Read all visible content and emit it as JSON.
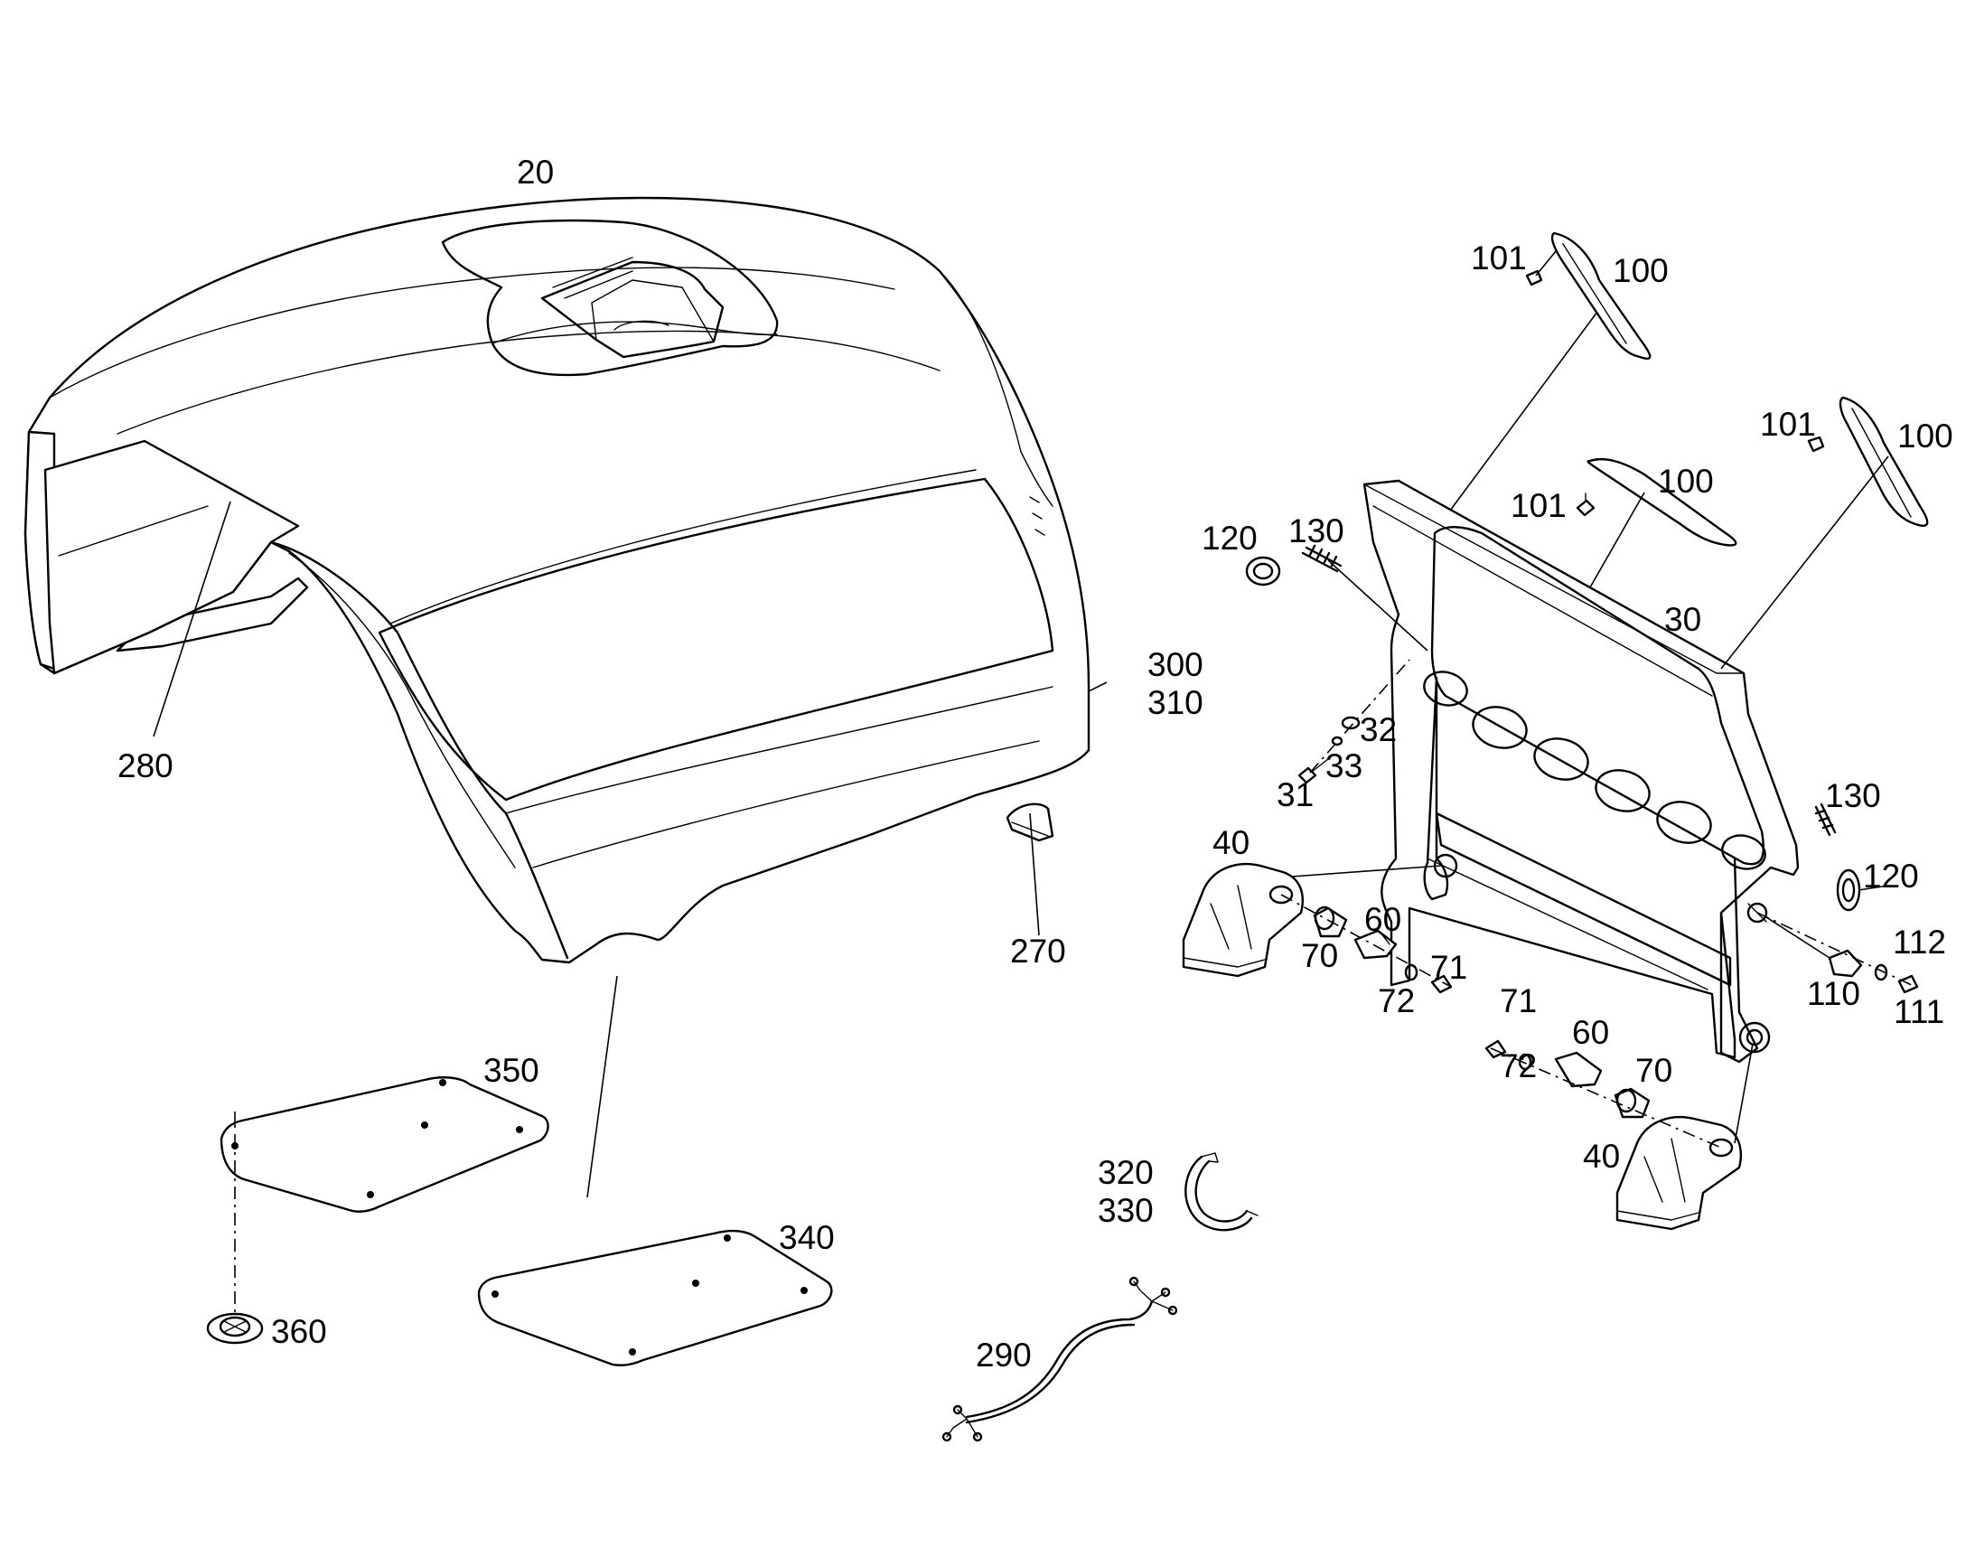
{
  "callouts": {
    "c20": "20",
    "c280": "280",
    "c270": "270",
    "c300": "300",
    "c310": "310",
    "c350": "350",
    "c340": "340",
    "c360": "360",
    "c290": "290",
    "c320": "320",
    "c330": "330",
    "c101a": "101",
    "c100a": "100",
    "c101b": "101",
    "c100b": "100",
    "c101c": "101",
    "c100c": "100",
    "c120a": "120",
    "c130a": "130",
    "c30": "30",
    "c32": "32",
    "c33": "33",
    "c31": "31",
    "c130b": "130",
    "c120b": "120",
    "c40a": "40",
    "c60a": "60",
    "c70a": "70",
    "c71a": "71",
    "c72a": "72",
    "c112": "112",
    "c110": "110",
    "c111": "111",
    "c71b": "71",
    "c72b": "72",
    "c60b": "60",
    "c70b": "70",
    "c40b": "40"
  }
}
